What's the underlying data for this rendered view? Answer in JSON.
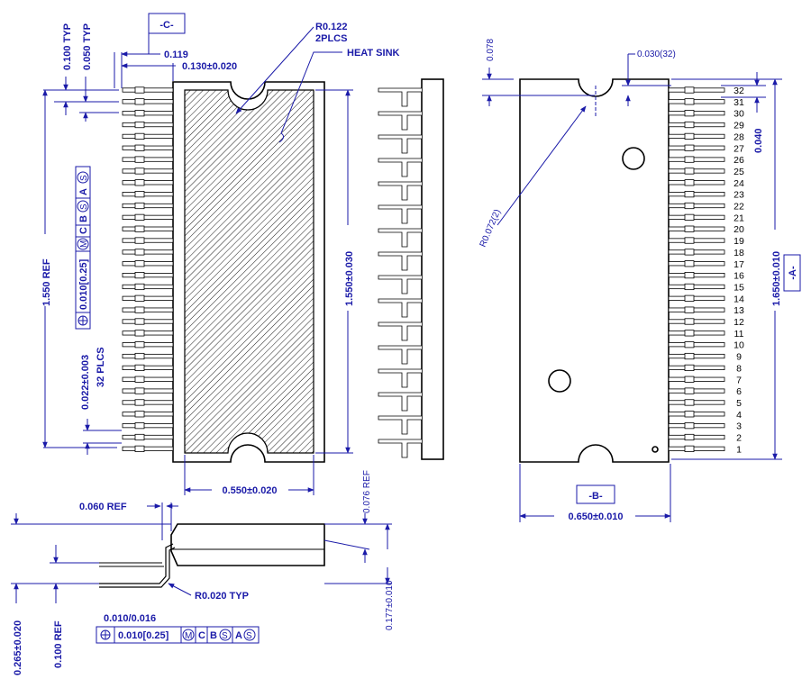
{
  "colors": {
    "dimension": "#1a1aa8",
    "outline": "#000000",
    "hatch": "#000000"
  },
  "top_view": {
    "dim_pitch_typ": "0.100 TYP",
    "dim_lead_typ": "0.050 TYP",
    "datum_c": "-C-",
    "dim_0119": "0.119",
    "dim_0130": "0.130±0.020",
    "dim_r0122": "R0.122",
    "dim_2plcs": "2PLCS",
    "heat_sink": "HEAT SINK",
    "dim_1550_ref": "1.550 REF",
    "dim_1550_tol": "1.550±0.030",
    "fcf_top": [
      "0.010[0.25]",
      "M",
      "C",
      "B",
      "S",
      "A",
      "S"
    ],
    "dim_0022": "0.022±0.003",
    "dim_32plcs": "32 PLCS",
    "dim_0550": "0.550±0.020"
  },
  "side_view": {
    "dim_0060": "0.060 REF",
    "dim_0076": "0.076 REF",
    "dim_r0020": "R0.020 TYP",
    "dim_0177": "0.177±0.010",
    "dim_0265": "0.265±0.020",
    "dim_0100_ref": "0.100 REF",
    "dim_0010_0016": "0.010/0.016",
    "fcf_side": [
      "0.010[0.25]",
      "M",
      "C",
      "B",
      "S",
      "A",
      "S"
    ]
  },
  "bottom_view": {
    "dim_0078": "0.078",
    "dim_0030": "0.030(32)",
    "dim_r0072": "R0.072(2)",
    "dim_0040": "0.040",
    "dim_1650": "1.650±0.010",
    "datum_a": "-A-",
    "datum_b": "-B-",
    "dim_0650": "0.650±0.010",
    "pin_numbers": [
      "32",
      "31",
      "30",
      "29",
      "28",
      "27",
      "26",
      "25",
      "24",
      "23",
      "22",
      "21",
      "20",
      "19",
      "18",
      "17",
      "16",
      "15",
      "14",
      "13",
      "12",
      "11",
      "10",
      "9",
      "8",
      "7",
      "6",
      "5",
      "4",
      "3",
      "2",
      "1"
    ]
  }
}
